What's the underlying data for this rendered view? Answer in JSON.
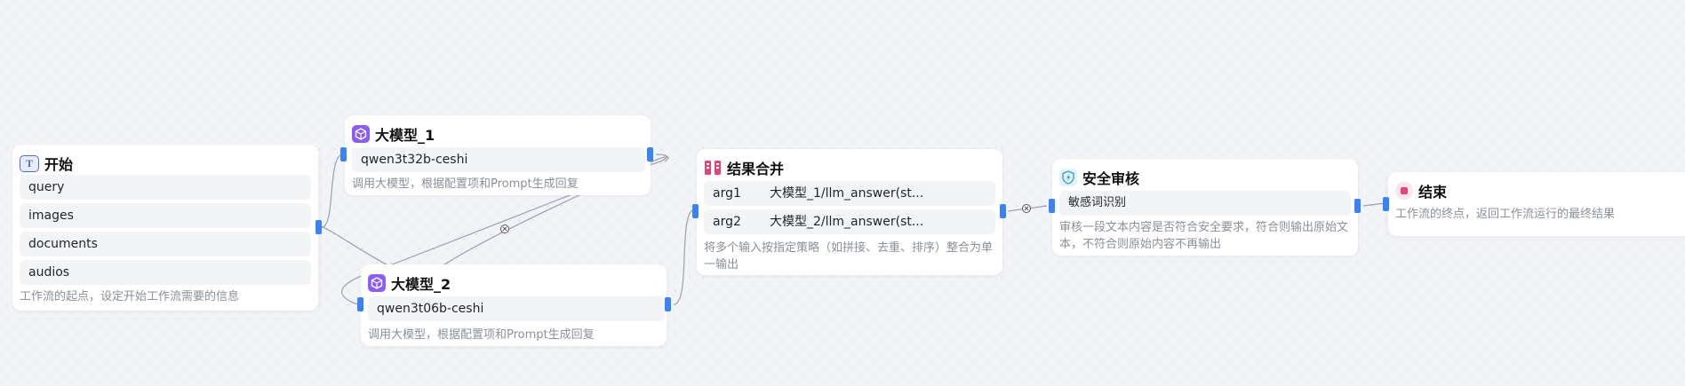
{
  "nodes": {
    "start": {
      "title": "开始",
      "fields": [
        "query",
        "images",
        "documents",
        "audios"
      ],
      "desc": "工作流的起点，设定开始工作流需要的信息"
    },
    "llm1": {
      "title": "大模型_1",
      "model": "qwen3t32b-ceshi",
      "desc": "调用大模型，根据配置项和Prompt生成回复"
    },
    "llm2": {
      "title": "大模型_2",
      "model": "qwen3t06b-ceshi",
      "desc": "调用大模型，根据配置项和Prompt生成回复"
    },
    "merge": {
      "title": "结果合并",
      "args": [
        {
          "key": "arg1",
          "value": "大模型_1/llm_answer(st..."
        },
        {
          "key": "arg2",
          "value": "大模型_2/llm_answer(st..."
        }
      ],
      "desc": "将多个输入按指定策略（如拼接、去重、排序）整合为单一输出"
    },
    "audit": {
      "title": "安全审核",
      "item": "敏感词识别",
      "desc": "审核一段文本内容是否符合安全要求，符合则输出原始文本，不符合则原始内容不再输出"
    },
    "end": {
      "title": "结束",
      "desc": "工作流的终点，返回工作流运行的最终结果"
    }
  },
  "colors": {
    "handle": "#3b82f6",
    "llm_icon": "#8b5cf6",
    "merge_icon": "#e0457b",
    "audit_icon": "#3aa0d8",
    "end_icon": "#e0457b",
    "start_icon": "#4f6bd6"
  },
  "icons": {
    "start": "text-T-icon",
    "llm": "cube-icon",
    "merge": "merge-icon",
    "audit": "shield-bolt-icon",
    "end": "stop-icon"
  }
}
